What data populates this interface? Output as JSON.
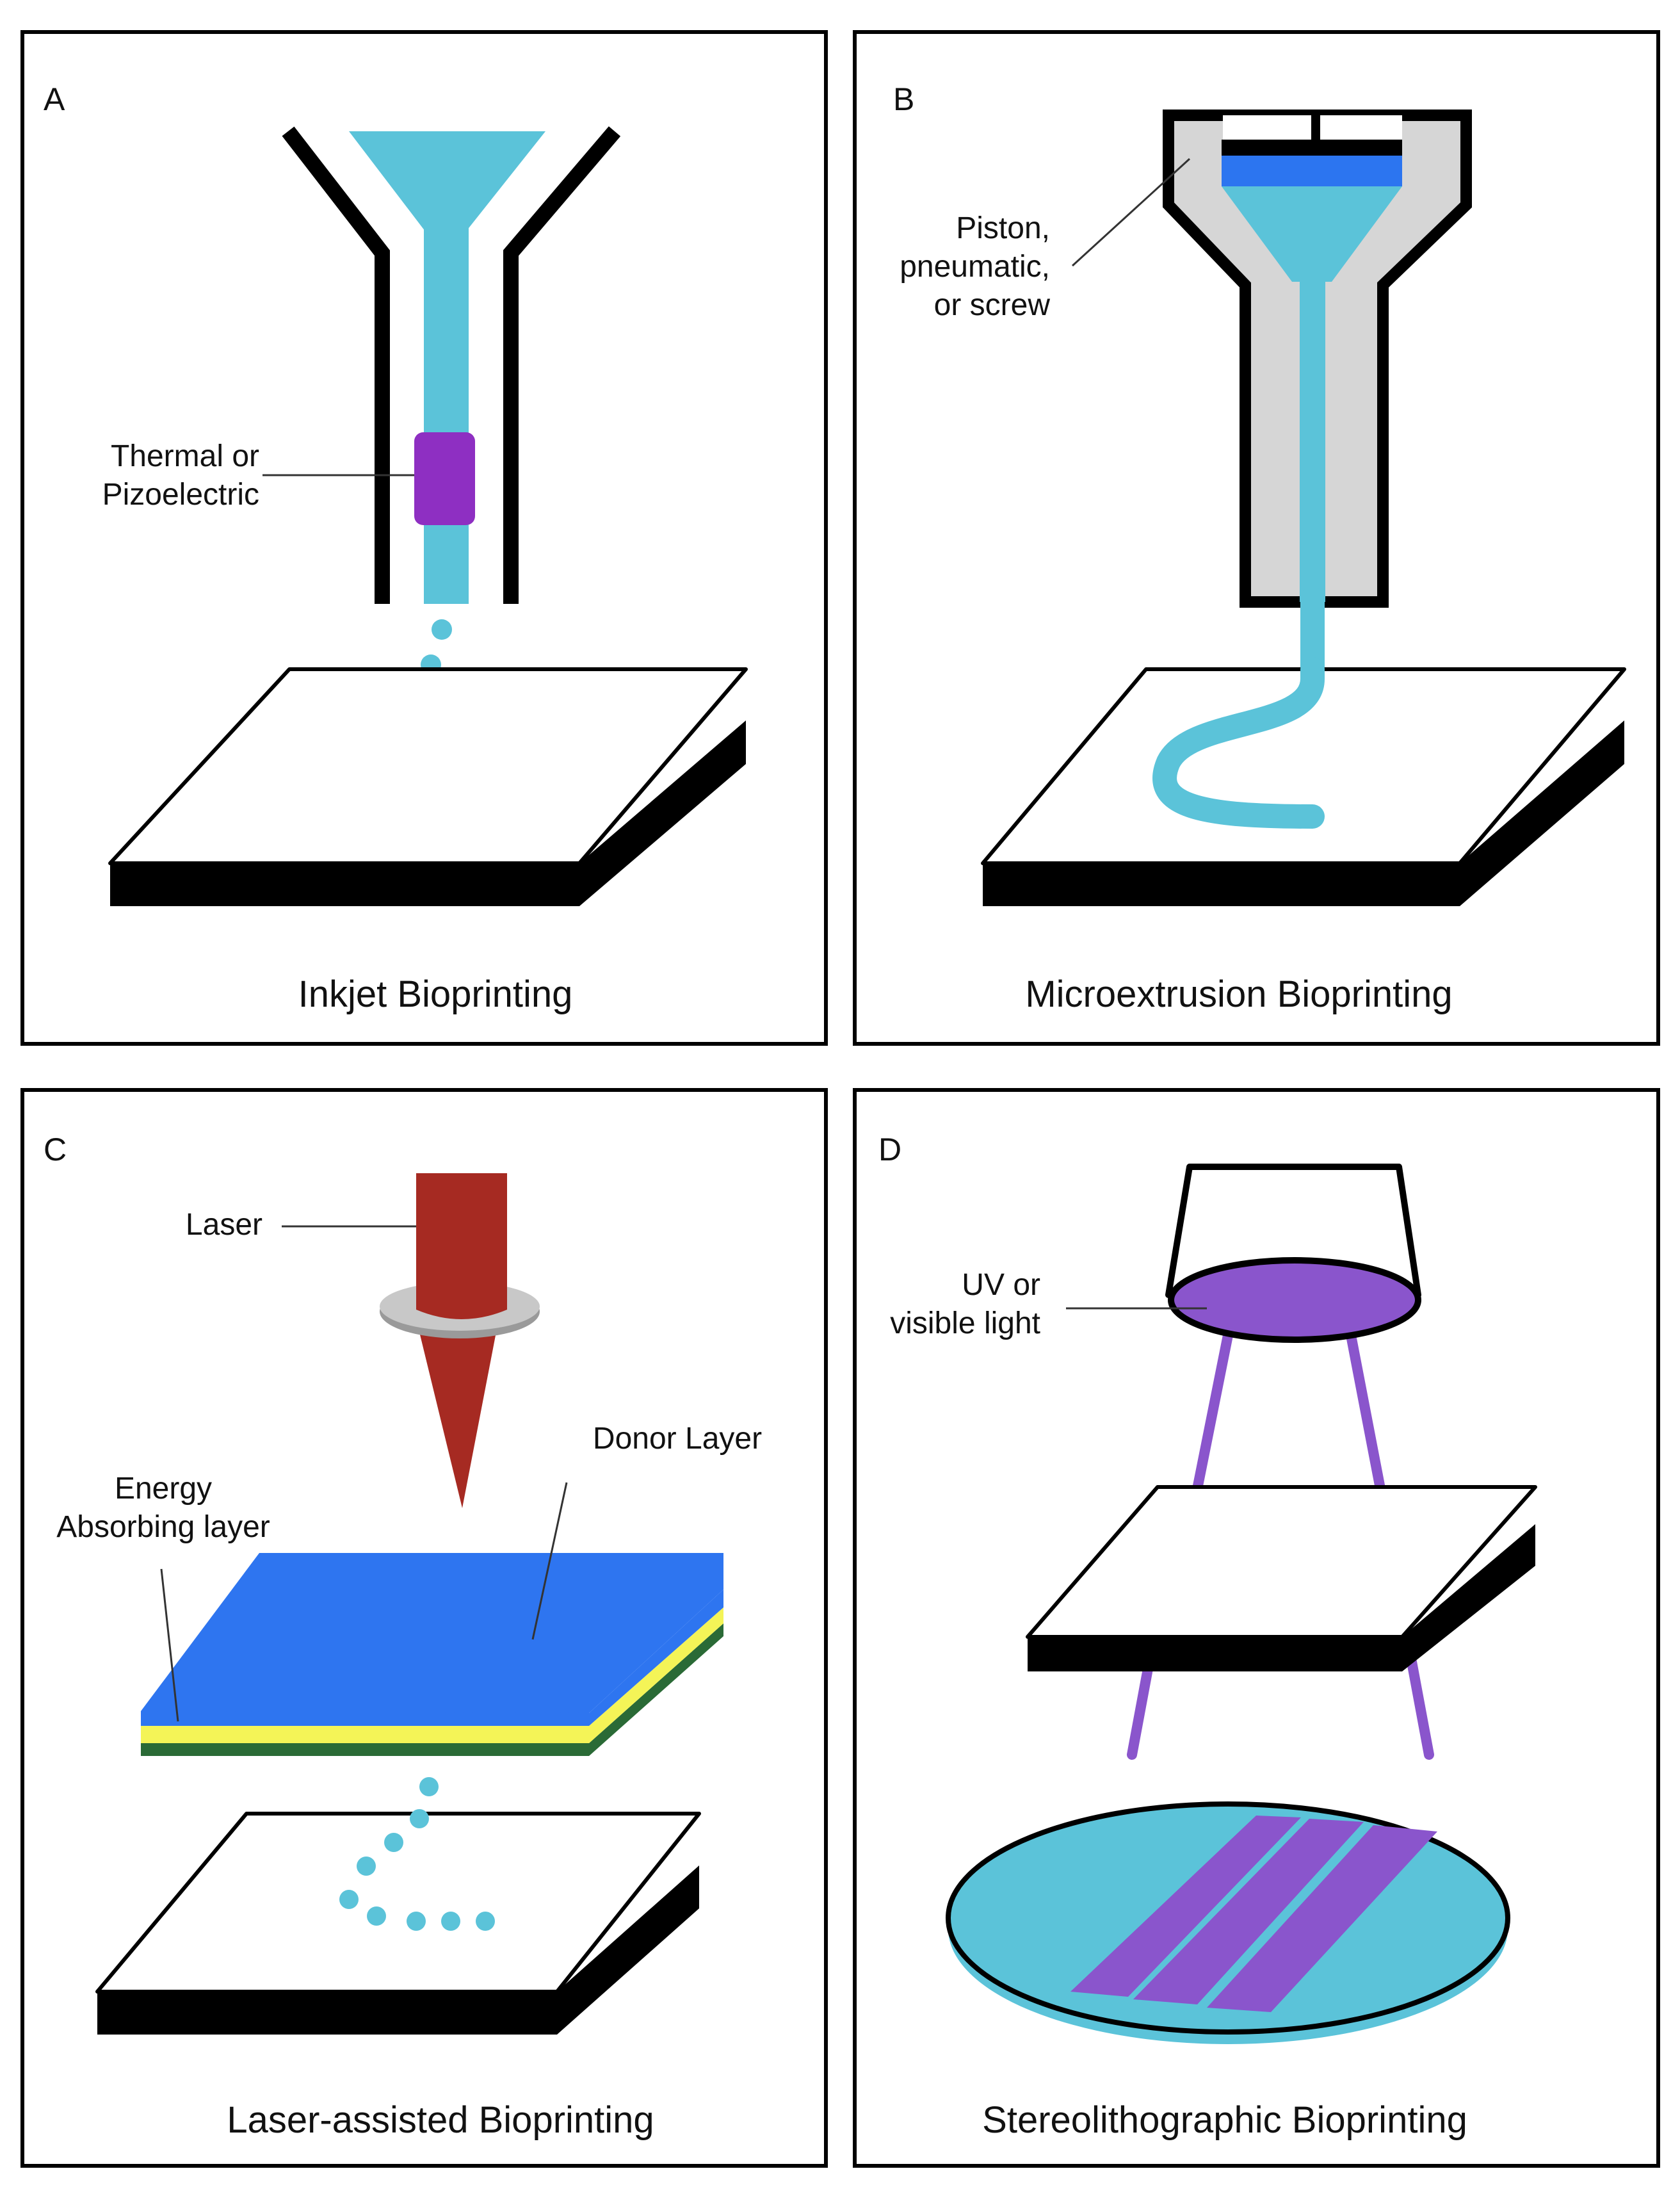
{
  "colors": {
    "ink": "#5BC3D9",
    "ink_dark": "#2C75F0",
    "actuator": "#8E2FC2",
    "barrel": "#D6D6D6",
    "laser": "#A62A22",
    "laser_ring": "#C8C8C8",
    "donor": "#2E75F0",
    "energy_layer": "#F4F457",
    "base_layer": "#2A6A36",
    "uv": "#8A55CC",
    "outline": "#000000"
  },
  "panels": [
    {
      "letter": "A",
      "caption": "Inkjet Bioprinting",
      "labels": [
        "Thermal or",
        "Pizoelectric"
      ]
    },
    {
      "letter": "B",
      "caption": "Microextrusion Bioprinting",
      "labels": [
        "Piston,",
        "pneumatic,",
        "or screw"
      ]
    },
    {
      "letter": "C",
      "caption": "Laser-assisted Bioprinting",
      "laser_label": "Laser",
      "donor_label": "Donor Layer",
      "energy_labels": [
        "Energy",
        "Absorbing layer"
      ]
    },
    {
      "letter": "D",
      "caption": "Stereolithographic Bioprinting",
      "labels": [
        "UV or",
        "visible light"
      ]
    }
  ]
}
